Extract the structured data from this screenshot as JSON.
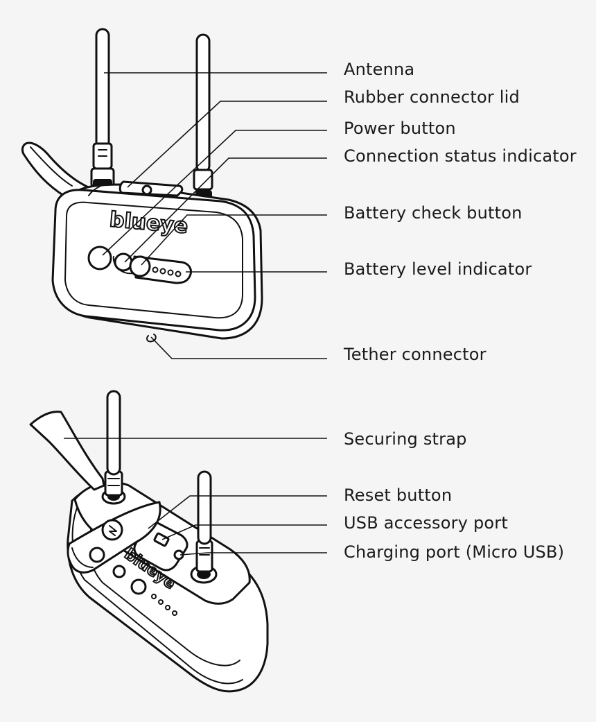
{
  "labels": {
    "antenna": "Antenna",
    "rubber_lid": "Rubber connector lid",
    "power_button": "Power button",
    "connection_status": "Connection status indicator",
    "battery_check": "Battery check button",
    "battery_level": "Battery level indicator",
    "tether": "Tether connector",
    "strap": "Securing strap",
    "reset": "Reset button",
    "usb_accessory": "USB accessory port",
    "charging_port": "Charging port (Micro USB)"
  },
  "device": {
    "logo_text": "blueye"
  },
  "colors": {
    "ink": "#111111",
    "background": "#f5f5f5",
    "body": "#ffffff"
  }
}
